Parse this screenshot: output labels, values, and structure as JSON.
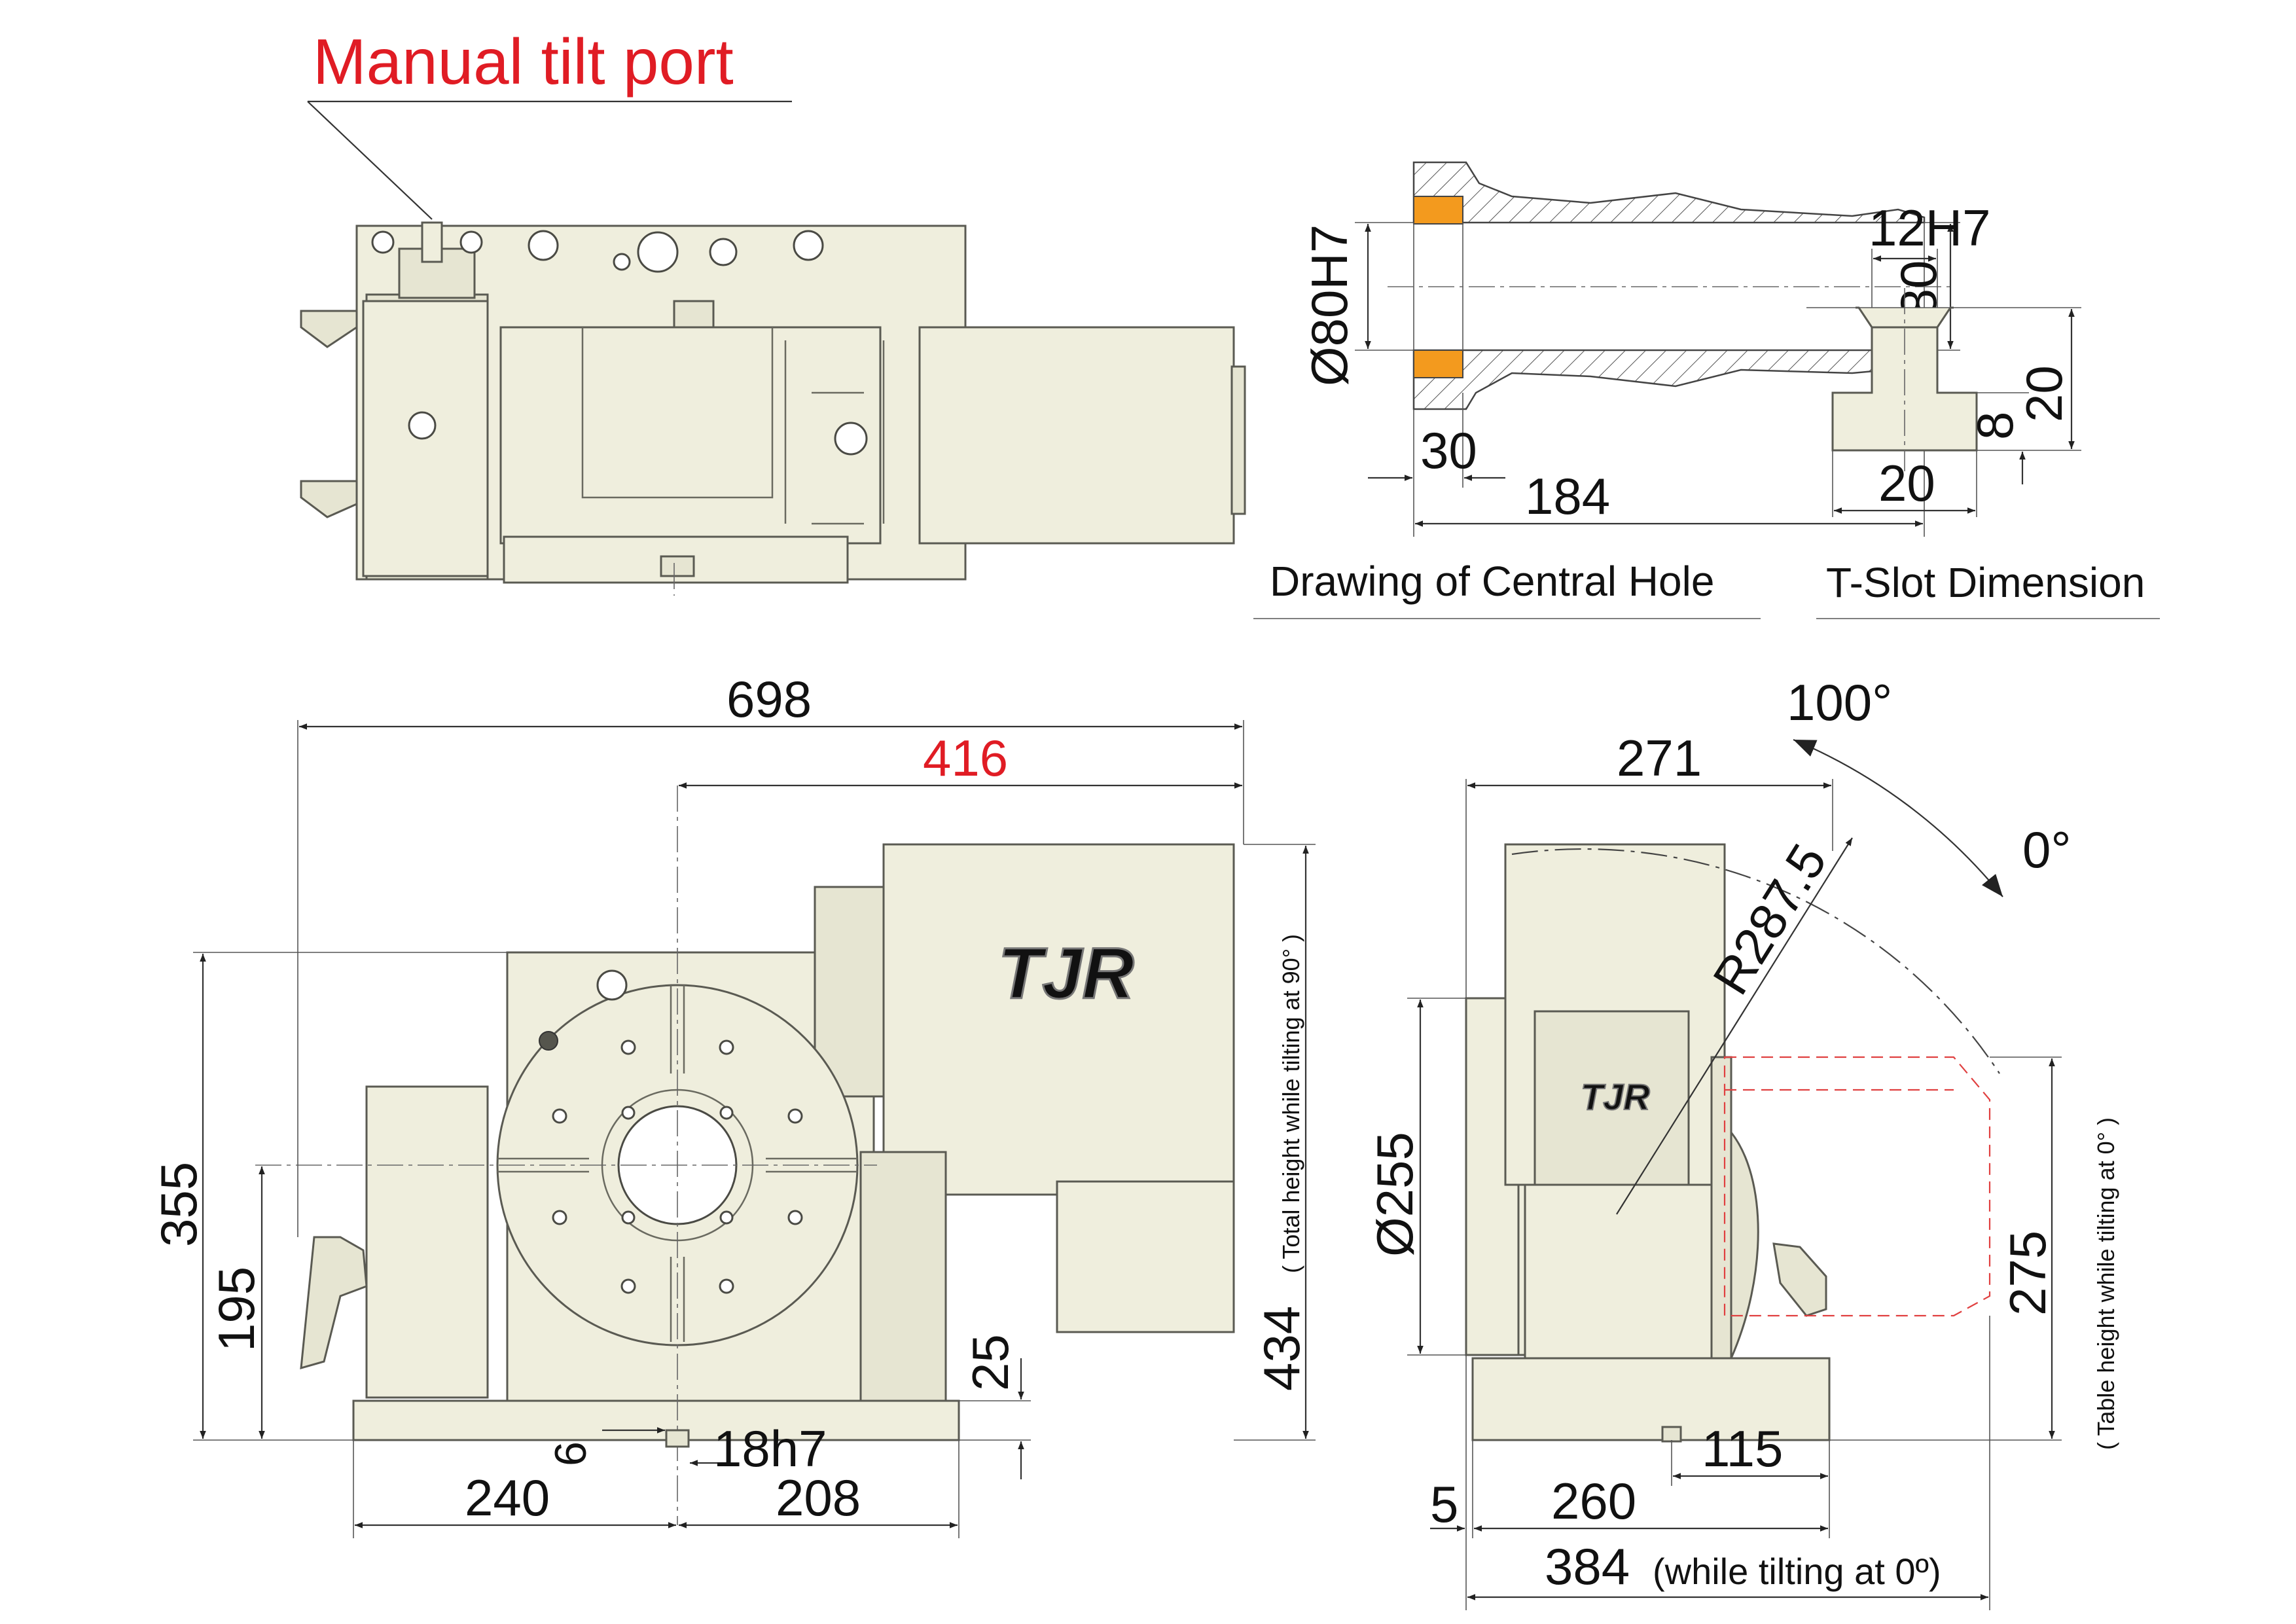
{
  "callout": {
    "manual_tilt_port": "Manual tilt port"
  },
  "central_hole": {
    "caption": "Drawing of Central Hole",
    "bore_fit": "Ø80H7",
    "bore_dia": "Ø80",
    "counterbore_depth": "30",
    "hole_length": "184"
  },
  "t_slot": {
    "caption": "T-Slot Dimension",
    "slot_width": "12H7",
    "head_width": "20",
    "neck_height": "8",
    "total_depth": "20"
  },
  "front_view": {
    "overall_length": "698",
    "motor_length": "416",
    "overall_height": "355",
    "center_height": "195",
    "base_thickness": "25",
    "total_height_90": "434",
    "total_height_90_note": "( Total height while tilting at 90° )",
    "key_offset": "6",
    "key_width": "18h7",
    "left_to_center": "240",
    "center_to_right": "208",
    "logo": "TJR"
  },
  "side_view": {
    "angle_max": "100°",
    "angle_zero": "0°",
    "radius": "R287.5",
    "width": "271",
    "table_dia": "Ø255",
    "table_height_0": "275",
    "table_height_0_note": "( Table height while tilting at 0° )",
    "key_offset": "115",
    "edge_offset": "5",
    "base_length": "260",
    "length_at_0": "384",
    "length_at_0_note": "(while tilting at 0º)",
    "logo": "TJR"
  },
  "colors": {
    "body": "#efeedd",
    "outline": "#5a5a52",
    "dimension": "#333333",
    "highlight_red": "#e01c24",
    "insert_orange": "#f39a1e"
  }
}
